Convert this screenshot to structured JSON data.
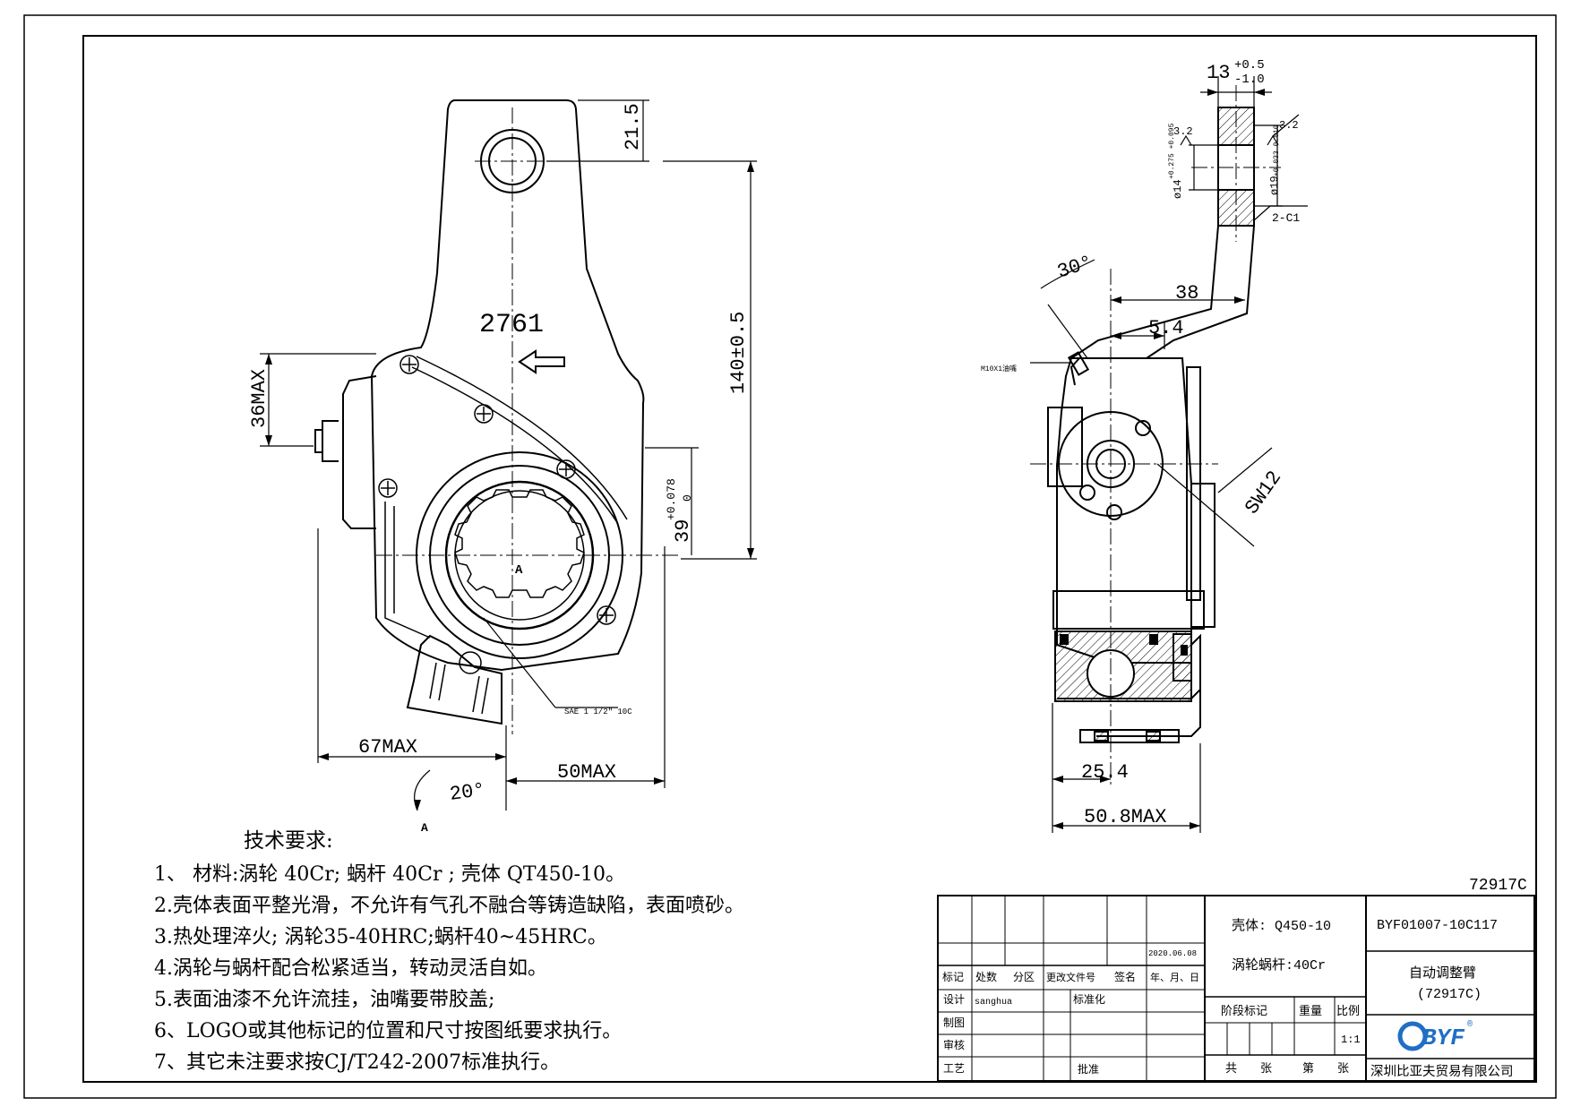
{
  "drawing": {
    "part_number": "72917C",
    "dims_front": {
      "d_21_5": "21.5",
      "d_140": "140±0.5",
      "d_36max": "36MAX",
      "d_39": "39",
      "d_39_tol_upper": "+0.078",
      "d_39_tol_lower": "0",
      "d_67max": "67MAX",
      "d_50max": "50MAX",
      "d_20deg": "20°",
      "number_2761": "2761",
      "center_label": "A",
      "view_label": "A",
      "spline_note": "SAE 1 1/2\" 10C"
    },
    "dims_side": {
      "d_13": "13",
      "d_13_tol_upper": "+0.5",
      "d_13_tol_lower": "-1.0",
      "rough_left": "3.2",
      "rough_right": "3.2",
      "d_phi14": "ø14",
      "d_phi14_tol": "+0.275 +0.095",
      "d_phi19": "ø19",
      "d_phi19_tol": "+0.033 0.010",
      "chamfer": "2-C1",
      "d_30deg": "30°",
      "d_38": "38",
      "d_5_4": "5.4",
      "grease_fitting": "M10X1油嘴",
      "d_sw12": "SW12",
      "d_25_4": "25.4",
      "d_50_8max": "50.8MAX"
    }
  },
  "notes": {
    "title": "技术要求:",
    "items": [
      "1、 材料:涡轮 40Cr; 蜗杆 40Cr ; 壳体 QT450-10。",
      "2.壳体表面平整光滑，不允许有气孔不融合等铸造缺陷，表面喷砂。",
      "3.热处理淬火; 涡轮35-40HRC;蜗杆40~45HRC。",
      "4.涡轮与蜗杆配合松紧适当，转动灵活自如。",
      "5.表面油漆不允许流挂，油嘴要带胶盖;",
      "6、LOGO或其他标记的位置和尺寸按图纸要求执行。",
      "7、其它未注要求按CJ/T242-2007标准执行。"
    ]
  },
  "title_block": {
    "date": "2020.06.08",
    "headers": [
      "标记",
      "处数",
      "分区",
      "更改文件号",
      "签名",
      "年、月、日"
    ],
    "designer_label": "设计",
    "designer": "sanghua",
    "standard_label": "标准化",
    "drafter_label": "制图",
    "reviewer_label": "审核",
    "process_label": "工艺",
    "approve_label": "批准",
    "material_housing": "壳体: Q450-10",
    "material_worm": "涡轮蜗杆:40Cr",
    "stage_label": "阶段标记",
    "weight_label": "重量",
    "scale_label": "比例",
    "scale_value": "1:1",
    "sheets_total": "共",
    "sheets_unit": "张",
    "sheet_no": "第",
    "sheet_unit2": "张",
    "drawing_no": "BYF01007-10C117",
    "part_name": "自动调整臂",
    "part_code": "(72917C)",
    "logo_text": "BYF",
    "logo_reg": "®",
    "company": "深圳比亚夫贸易有限公司"
  }
}
